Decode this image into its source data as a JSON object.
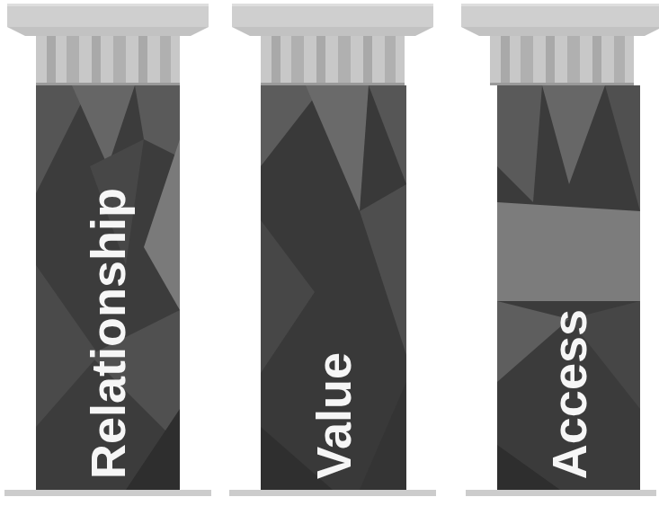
{
  "diagram": {
    "nodes": [
      {
        "text": [
          "Relationship"
        ]
      },
      {
        "text": [
          "Value"
        ]
      },
      {
        "text": [
          "Access"
        ]
      }
    ]
  }
}
